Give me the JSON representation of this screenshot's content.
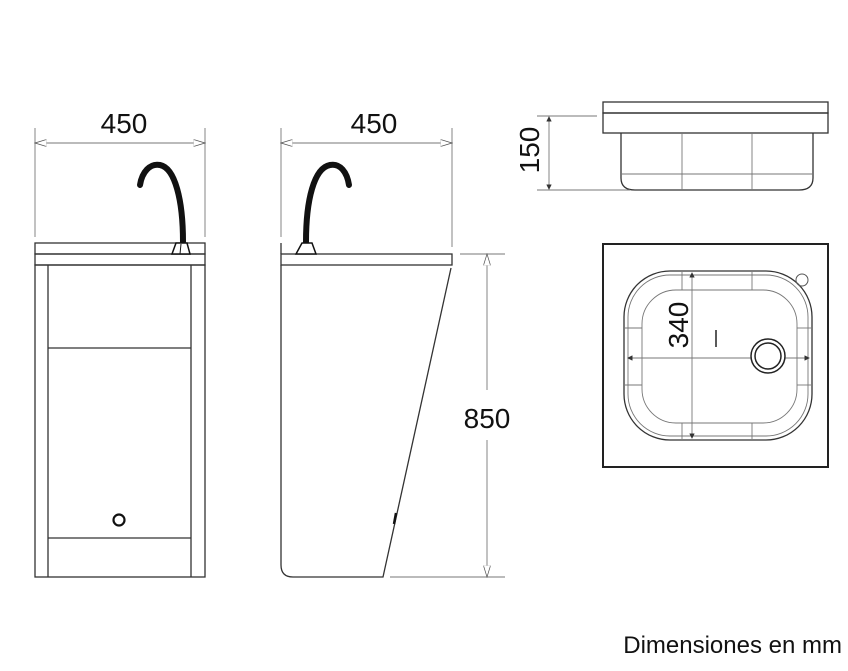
{
  "dimensions": {
    "front_width": "450",
    "side_depth": "450",
    "height": "850",
    "bowl_depth": "150",
    "bowl_diameter": "340"
  },
  "note": "Dimensiones en mm"
}
